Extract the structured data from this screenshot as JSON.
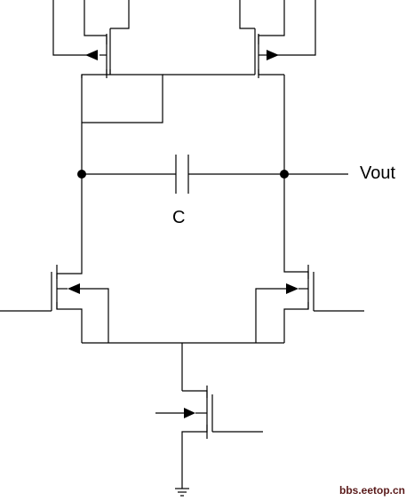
{
  "labels": {
    "vout": "Vout",
    "capacitor": "C",
    "watermark": "bbs.eetop.cn"
  },
  "components": [
    {
      "name": "pmos-left",
      "type": "PMOS"
    },
    {
      "name": "pmos-right",
      "type": "PMOS"
    },
    {
      "name": "nmos-left-input",
      "type": "NMOS"
    },
    {
      "name": "nmos-right-input",
      "type": "NMOS"
    },
    {
      "name": "nmos-tail",
      "type": "NMOS"
    },
    {
      "name": "capacitor",
      "type": "capacitor"
    },
    {
      "name": "ground",
      "type": "ground"
    }
  ],
  "colors": {
    "wire": "#000000",
    "watermark": "#5a1a1a"
  }
}
